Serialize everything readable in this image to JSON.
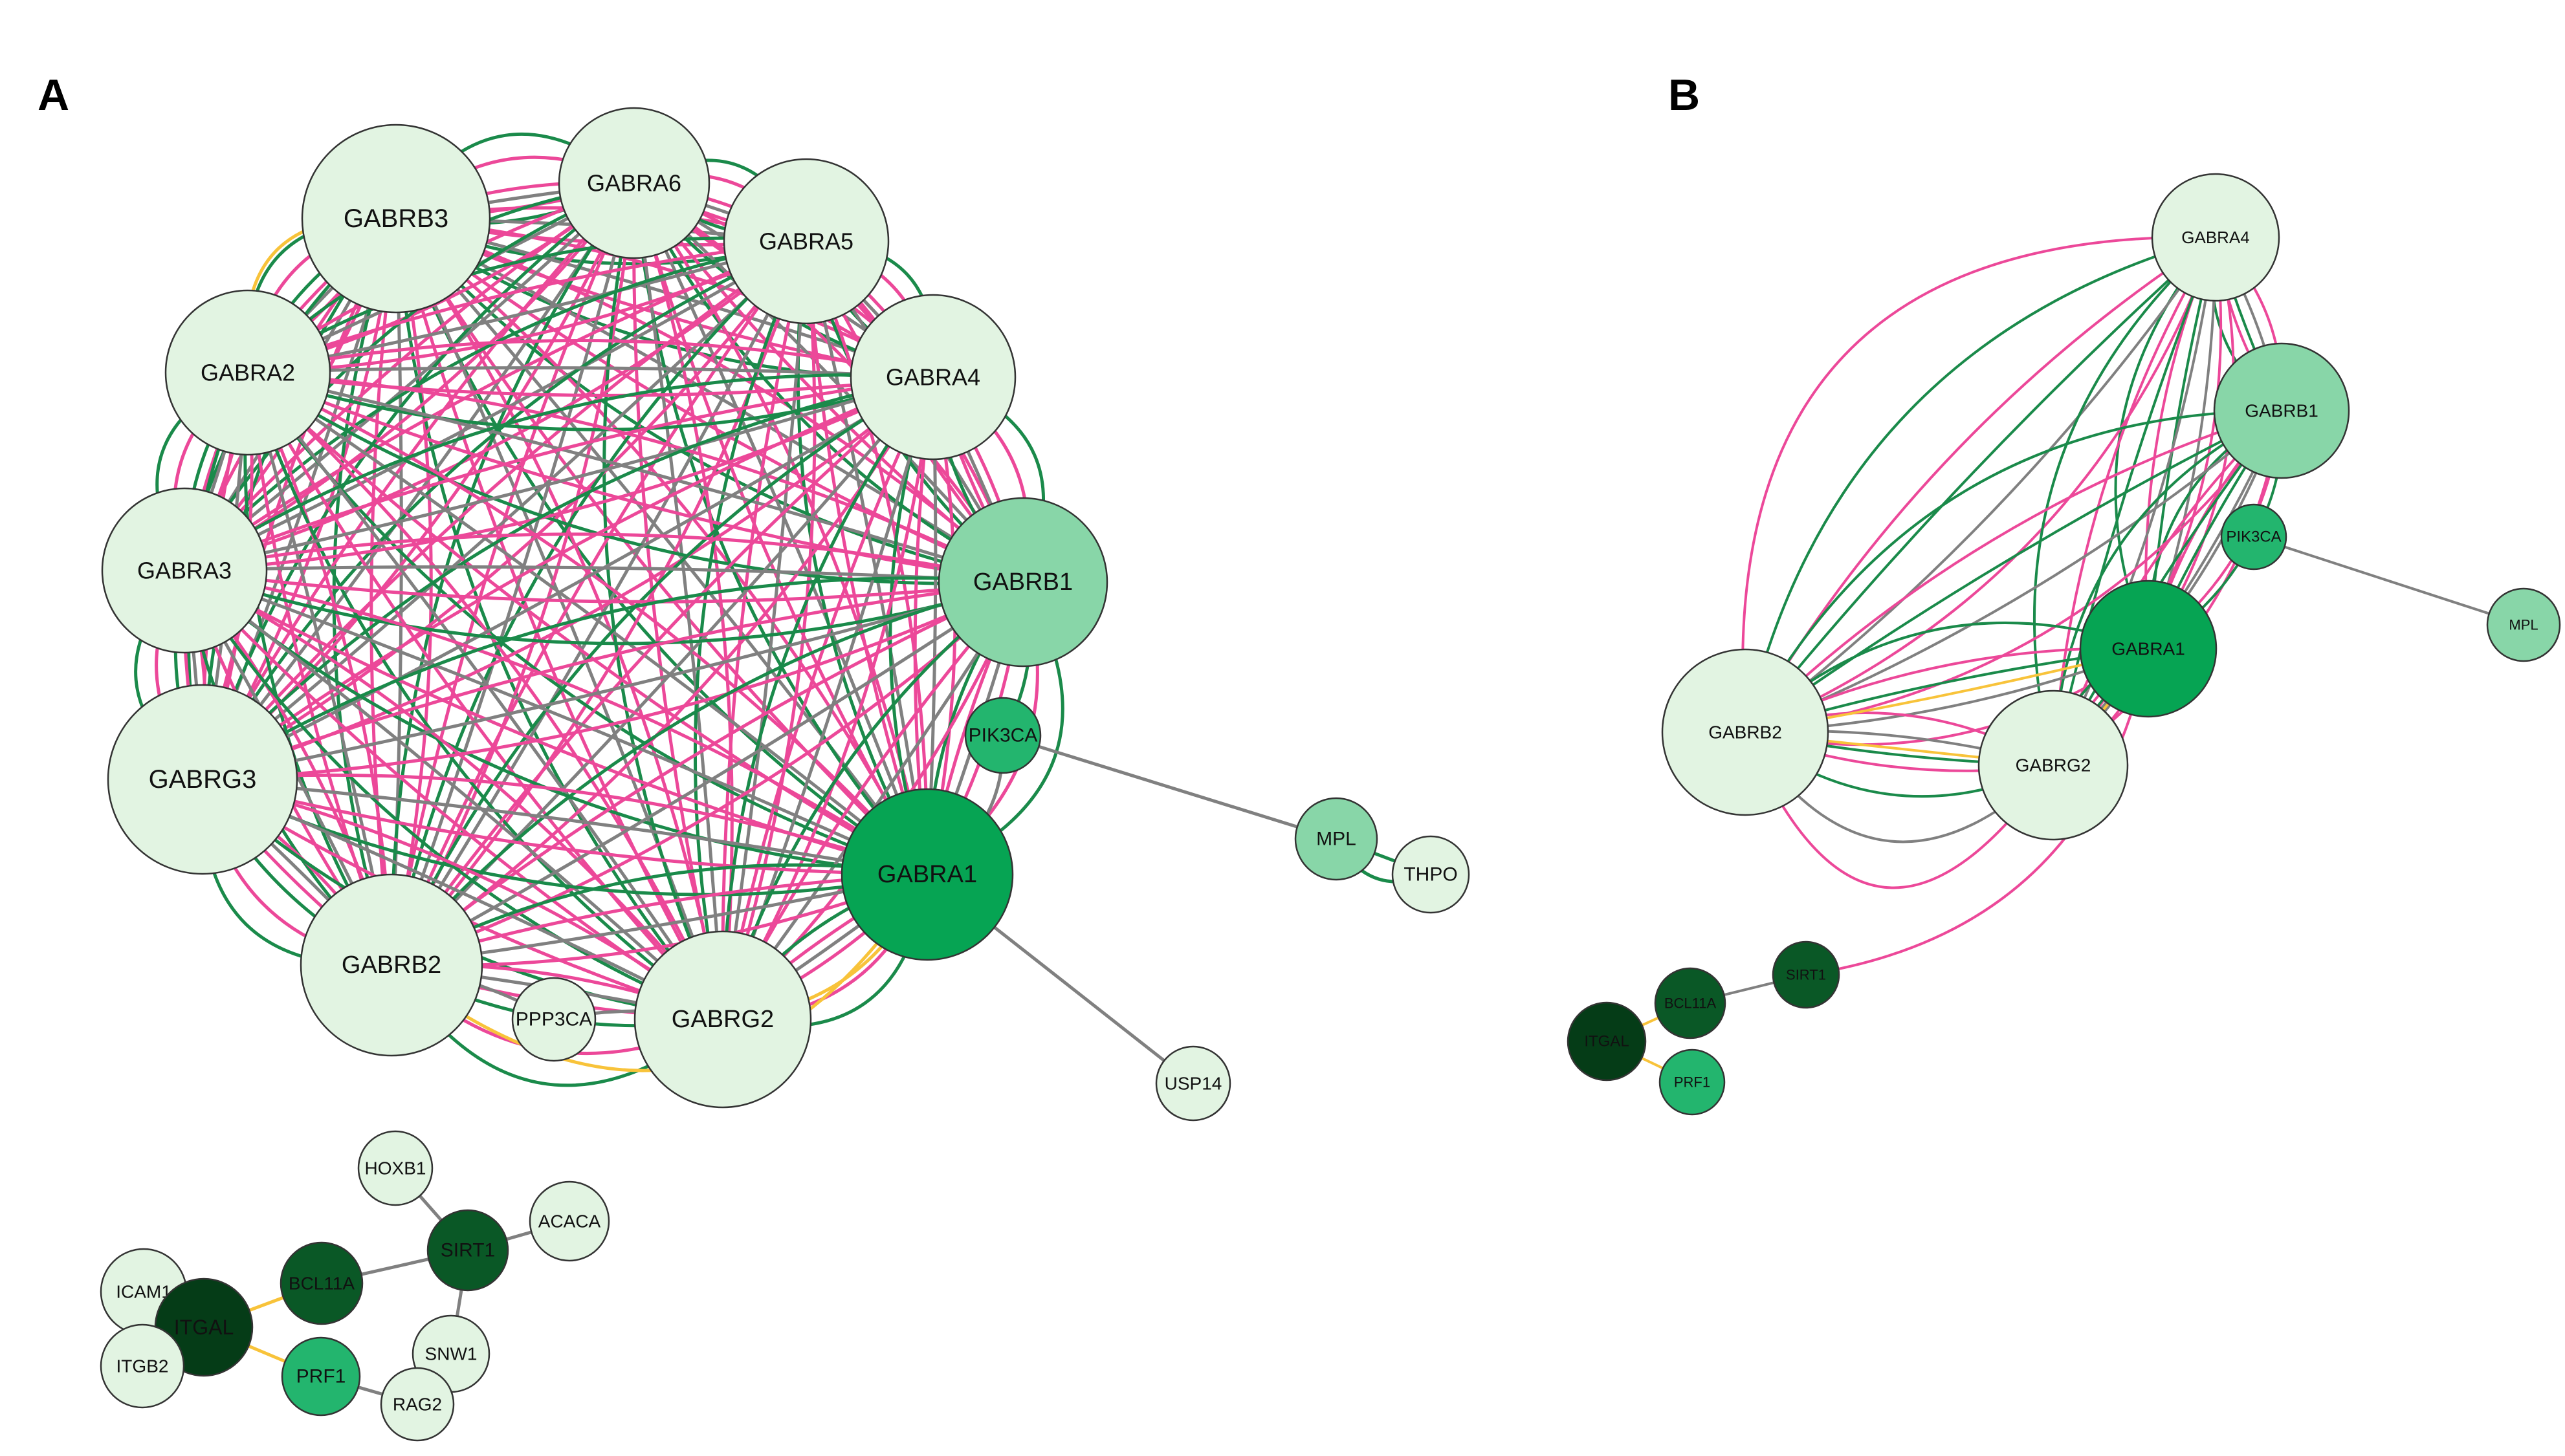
{
  "colors": {
    "edge_coexpression": "#ec4899",
    "edge_physical": "#1a8a4a",
    "edge_grey": "#808080",
    "edge_yellow": "#f8c33a",
    "node_outline": "#333333",
    "node_pale": "#e2f4e2",
    "node_light": "#88d6a8",
    "node_mid": "#23b56e",
    "node_strong": "#06a453",
    "node_dark": "#0a5826",
    "node_darker": "#053c17"
  },
  "panels": [
    {
      "label": "A",
      "nodes": [
        {
          "id": "GABRB3",
          "label": "GABRB3",
          "shade": "node_pale"
        },
        {
          "id": "GABRA6",
          "label": "GABRA6",
          "shade": "node_pale"
        },
        {
          "id": "GABRA5",
          "label": "GABRA5",
          "shade": "node_pale"
        },
        {
          "id": "GABRA2",
          "label": "GABRA2",
          "shade": "node_pale"
        },
        {
          "id": "GABRA4",
          "label": "GABRA4",
          "shade": "node_pale"
        },
        {
          "id": "GABRA3",
          "label": "GABRA3",
          "shade": "node_pale"
        },
        {
          "id": "GABRB1",
          "label": "GABRB1",
          "shade": "node_light"
        },
        {
          "id": "PIK3CA",
          "label": "PIK3CA",
          "shade": "node_mid"
        },
        {
          "id": "GABRG3",
          "label": "GABRG3",
          "shade": "node_pale"
        },
        {
          "id": "GABRA1",
          "label": "GABRA1",
          "shade": "node_strong"
        },
        {
          "id": "MPL",
          "label": "MPL",
          "shade": "node_light"
        },
        {
          "id": "THPO",
          "label": "THPO",
          "shade": "node_pale"
        },
        {
          "id": "GABRB2",
          "label": "GABRB2",
          "shade": "node_pale"
        },
        {
          "id": "PPP3CA",
          "label": "PPP3CA",
          "shade": "node_pale"
        },
        {
          "id": "GABRG2",
          "label": "GABRG2",
          "shade": "node_pale"
        },
        {
          "id": "USP14",
          "label": "USP14",
          "shade": "node_pale"
        },
        {
          "id": "HOXB1",
          "label": "HOXB1",
          "shade": "node_pale"
        },
        {
          "id": "ACACA",
          "label": "ACACA",
          "shade": "node_pale"
        },
        {
          "id": "SIRT1",
          "label": "SIRT1",
          "shade": "node_dark"
        },
        {
          "id": "BCL11A",
          "label": "BCL11A",
          "shade": "node_dark"
        },
        {
          "id": "ICAM1",
          "label": "ICAM1",
          "shade": "node_pale"
        },
        {
          "id": "ITGAL",
          "label": "ITGAL",
          "shade": "node_darker"
        },
        {
          "id": "ITGB2",
          "label": "ITGB2",
          "shade": "node_pale"
        },
        {
          "id": "PRF1",
          "label": "PRF1",
          "shade": "node_mid"
        },
        {
          "id": "SNW1",
          "label": "SNW1",
          "shade": "node_pale"
        },
        {
          "id": "RAG2",
          "label": "RAG2",
          "shade": "node_pale"
        }
      ]
    },
    {
      "label": "B",
      "nodes": [
        {
          "id": "GABRA4",
          "label": "GABRA4",
          "shade": "node_pale"
        },
        {
          "id": "GABRB1",
          "label": "GABRB1",
          "shade": "node_light"
        },
        {
          "id": "PIK3CA",
          "label": "PIK3CA",
          "shade": "node_mid"
        },
        {
          "id": "GABRA1",
          "label": "GABRA1",
          "shade": "node_strong"
        },
        {
          "id": "MPL",
          "label": "MPL",
          "shade": "node_light"
        },
        {
          "id": "GABRB2",
          "label": "GABRB2",
          "shade": "node_pale"
        },
        {
          "id": "GABRG2",
          "label": "GABRG2",
          "shade": "node_pale"
        },
        {
          "id": "SIRT1",
          "label": "SIRT1",
          "shade": "node_dark"
        },
        {
          "id": "BCL11A",
          "label": "BCL11A",
          "shade": "node_dark"
        },
        {
          "id": "ITGAL",
          "label": "ITGAL",
          "shade": "node_darker"
        },
        {
          "id": "PRF1",
          "label": "PRF1",
          "shade": "node_mid"
        }
      ]
    }
  ]
}
